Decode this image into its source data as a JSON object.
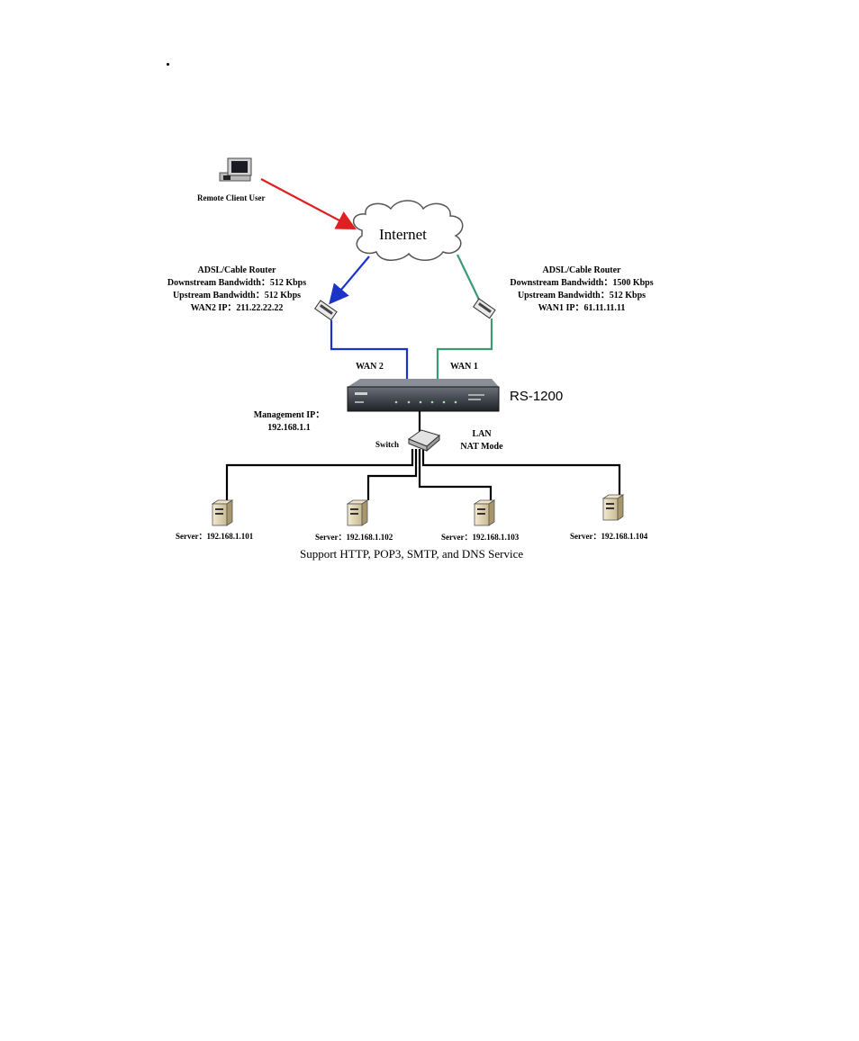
{
  "diagram": {
    "remote_client": "Remote Client User",
    "internet": "Internet",
    "router_left": {
      "title": "ADSL/Cable Router",
      "downstream": "Downstream Bandwidth：512 Kbps",
      "upstream": "Upstream Bandwidth：512 Kbps",
      "ip": "WAN2 IP：211.22.22.22"
    },
    "router_right": {
      "title": "ADSL/Cable Router",
      "downstream": "Downstream Bandwidth：1500 Kbps",
      "upstream": "Upstream Bandwidth：512 Kbps",
      "ip": "WAN1 IP：61.11.11.11"
    },
    "wan2": "WAN 2",
    "wan1": "WAN 1",
    "device_name": "RS-1200",
    "management_ip_label": "Management IP：",
    "management_ip": "192.168.1.1",
    "switch": "Switch",
    "lan": "LAN",
    "nat_mode": "NAT Mode",
    "servers": [
      "Server：192.168.1.101",
      "Server：192.168.1.102",
      "Server：192.168.1.103",
      "Server：192.168.1.104"
    ],
    "caption": "Support HTTP, POP3, SMTP, and DNS Service",
    "colors": {
      "remote_link": "#e02020",
      "wan2_link": "#1c33c8",
      "wan1_link": "#3a9a74",
      "lan_link": "#000000"
    }
  }
}
